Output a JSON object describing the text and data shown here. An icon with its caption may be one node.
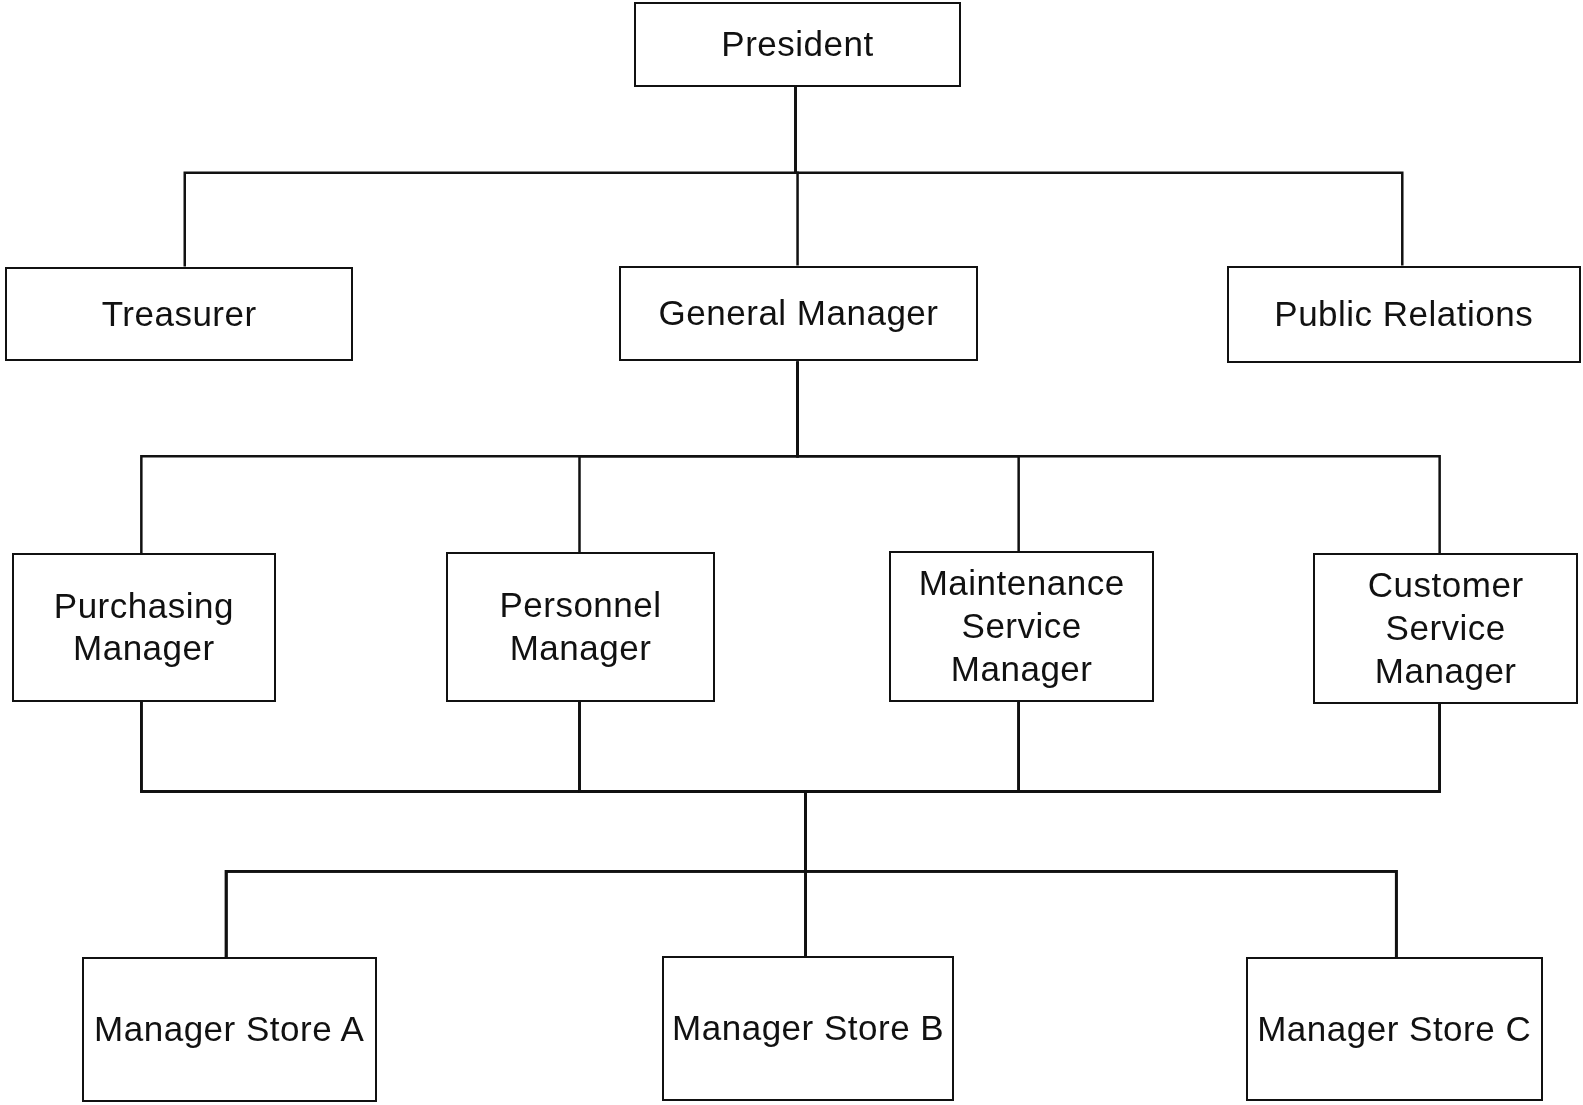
{
  "diagram": {
    "nodes": [
      {
        "text": [
          "President"
        ]
      },
      {
        "text": [
          "Treasurer"
        ]
      },
      {
        "text": [
          "General Manager"
        ]
      },
      {
        "text": [
          "Public Relations"
        ]
      },
      {
        "text": [
          "Purchasing Manager"
        ]
      },
      {
        "text": [
          "Personnel Manager"
        ]
      },
      {
        "text": [
          "Maintenance Service Manager"
        ]
      },
      {
        "text": [
          "Customer Service Manager"
        ]
      },
      {
        "text": [
          "Manager Store A"
        ]
      },
      {
        "text": [
          "Manager Store B"
        ]
      },
      {
        "text": [
          "Manager Store C"
        ]
      }
    ],
    "edges": [
      {
        "from": 0,
        "to": 1,
        "arrow": "none"
      },
      {
        "from": 0,
        "to": 2,
        "arrow": "none"
      },
      {
        "from": 0,
        "to": 3,
        "arrow": "none"
      },
      {
        "from": 2,
        "to": 4,
        "arrow": "none"
      },
      {
        "from": 2,
        "to": 5,
        "arrow": "none"
      },
      {
        "from": 2,
        "to": 6,
        "arrow": "none"
      },
      {
        "from": 2,
        "to": 7,
        "arrow": "none"
      },
      {
        "from": 4,
        "to": 8,
        "arrow": "none"
      },
      {
        "from": 4,
        "to": 9,
        "arrow": "none"
      },
      {
        "from": 4,
        "to": 10,
        "arrow": "none"
      },
      {
        "from": 5,
        "to": 8,
        "arrow": "none"
      },
      {
        "from": 5,
        "to": 9,
        "arrow": "none"
      },
      {
        "from": 5,
        "to": 10,
        "arrow": "none"
      },
      {
        "from": 6,
        "to": 8,
        "arrow": "none"
      },
      {
        "from": 6,
        "to": 9,
        "arrow": "none"
      },
      {
        "from": 6,
        "to": 10,
        "arrow": "none"
      },
      {
        "from": 7,
        "to": 8,
        "arrow": "none"
      },
      {
        "from": 7,
        "to": 9,
        "arrow": "none"
      },
      {
        "from": 7,
        "to": 10,
        "arrow": "none"
      }
    ]
  }
}
